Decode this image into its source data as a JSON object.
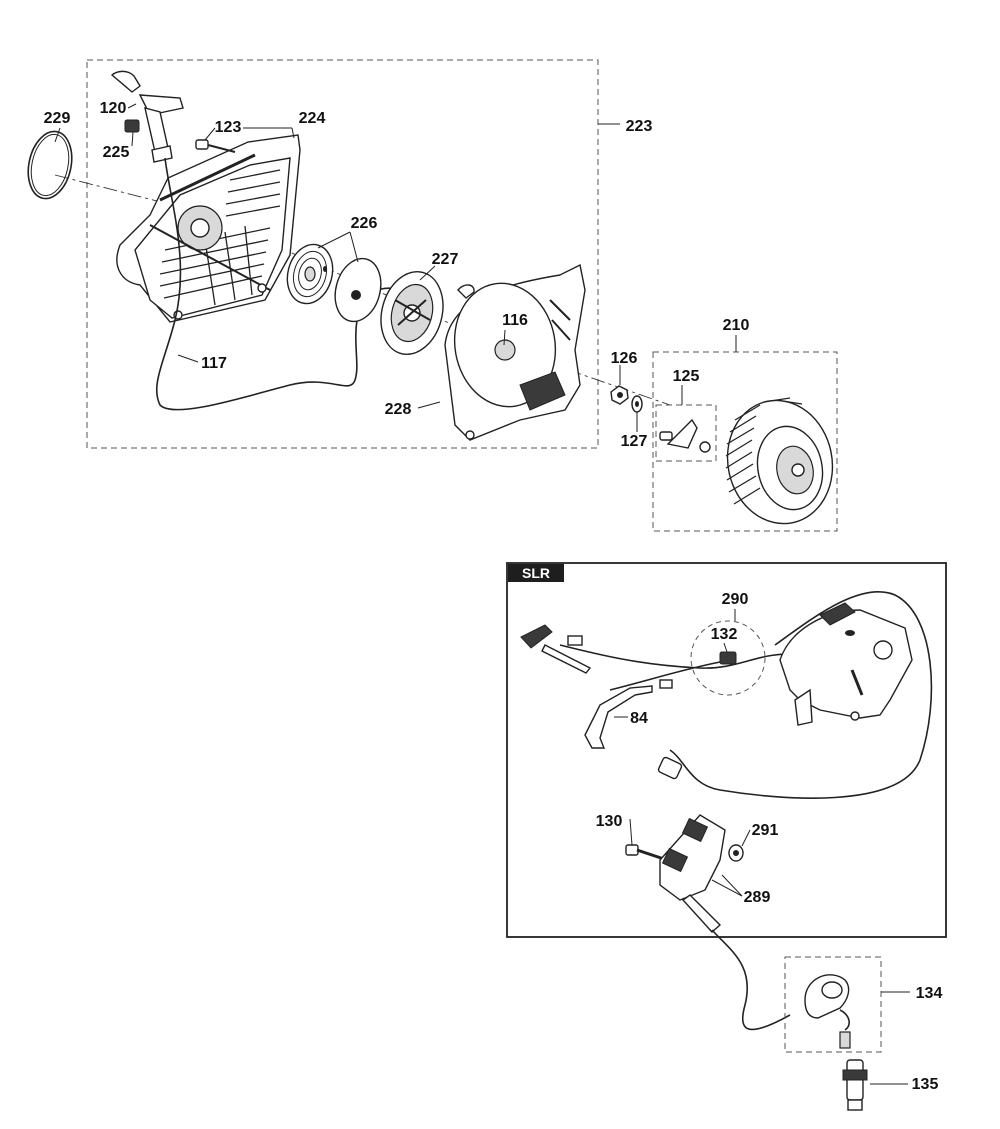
{
  "labels": {
    "p229": "229",
    "p120": "120",
    "p225": "225",
    "p123": "123",
    "p224": "224",
    "p223": "223",
    "p226": "226",
    "p227": "227",
    "p116": "116",
    "p117": "117",
    "p228": "228",
    "p210": "210",
    "p126": "126",
    "p125": "125",
    "p127": "127",
    "p290": "290",
    "p132": "132",
    "p84": "84",
    "p130": "130",
    "p291": "291",
    "p289": "289",
    "p134": "134",
    "p135": "135"
  },
  "inset": {
    "tag": "SLR"
  }
}
